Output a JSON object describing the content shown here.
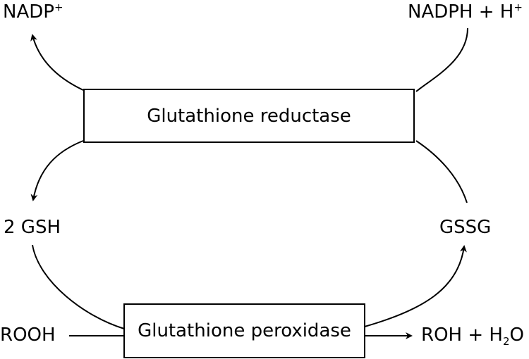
{
  "diagram": {
    "enzymes": {
      "reductase": "Glutathione reductase",
      "peroxidase": "Glutathione peroxidase"
    },
    "nadp": {
      "base": "NADP",
      "sup": "+"
    },
    "nadph": {
      "base": "NADPH + H",
      "sup": "+"
    },
    "gsh": "2 GSH",
    "gssg": "GSSG",
    "rooh": "ROOH",
    "roh": {
      "prefix": "ROH + H",
      "sub": "2",
      "suffix": "O"
    },
    "stroke_color": "#000000"
  }
}
